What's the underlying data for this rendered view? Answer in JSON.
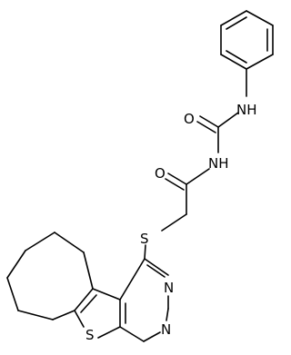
{
  "molecule": {
    "atoms": [
      {
        "id": "o-urea",
        "text": "O"
      },
      {
        "id": "nh-aniline",
        "text": "NH"
      },
      {
        "id": "o-amide",
        "text": "O"
      },
      {
        "id": "nh-imide",
        "text": "NH"
      },
      {
        "id": "s-thioether",
        "text": "S"
      },
      {
        "id": "n-pyrimidine-3",
        "text": "N"
      },
      {
        "id": "n-pyrimidine-1",
        "text": "N"
      },
      {
        "id": "s-thiophene",
        "text": "S"
      }
    ]
  }
}
